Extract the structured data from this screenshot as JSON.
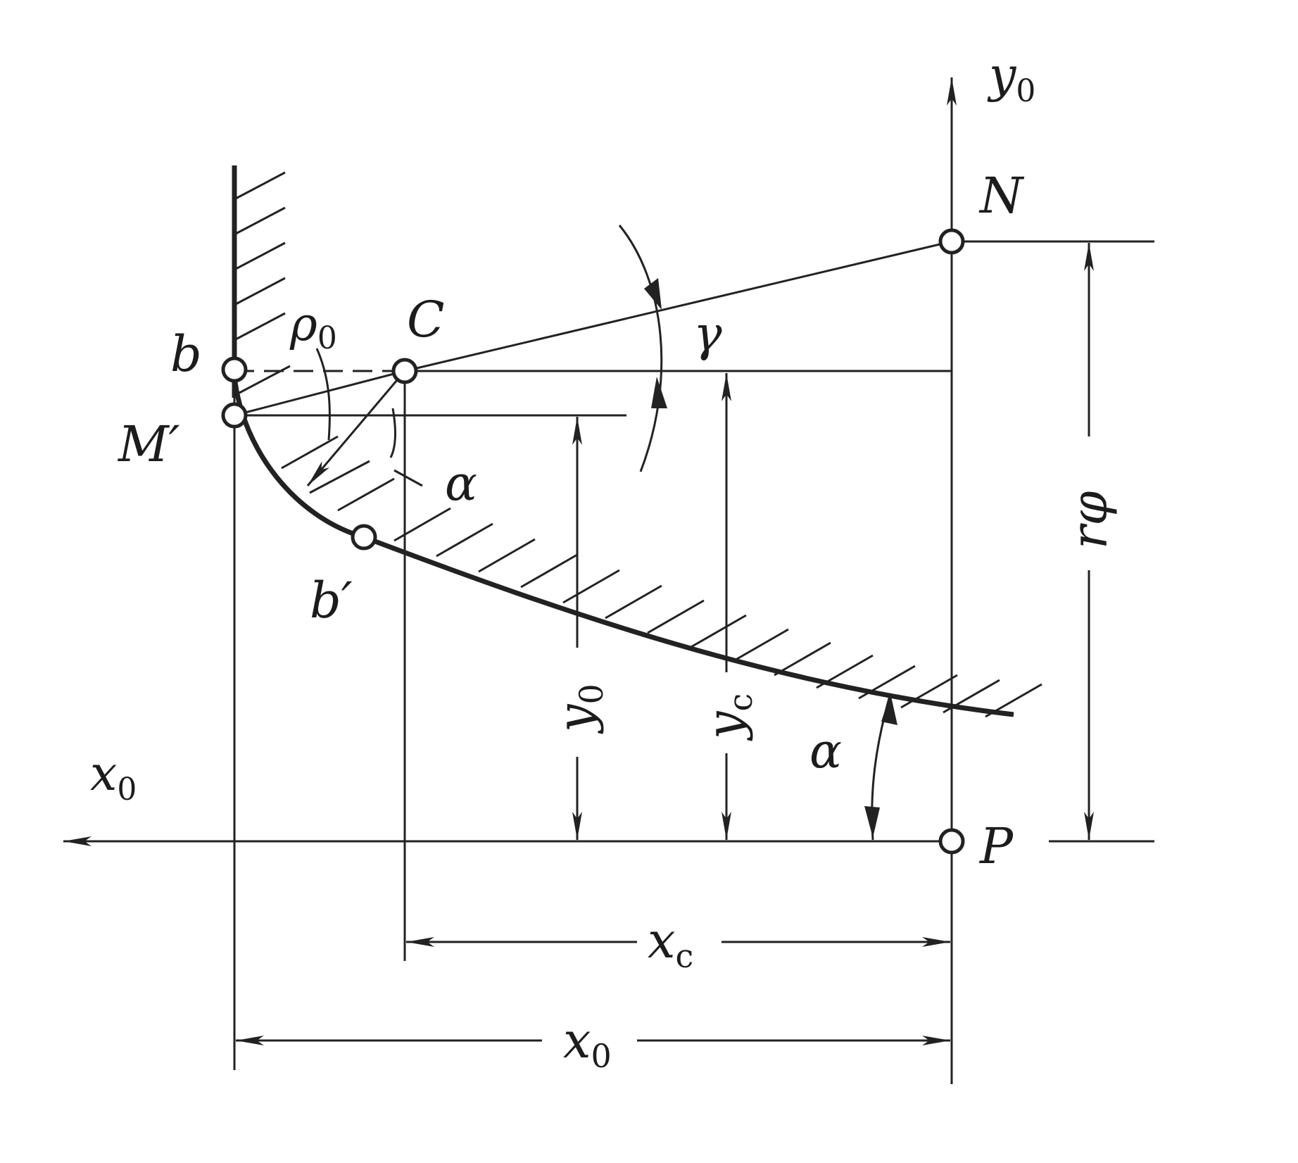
{
  "labels": {
    "y0_axis": "y",
    "y0_axis_sub": "0",
    "x0_axis": "x",
    "x0_axis_sub": "0",
    "N": "N",
    "P": "P",
    "C": "C",
    "b": "b",
    "b_prime": "b′",
    "M_prime": "M′",
    "rho": "ρ",
    "rho_sub": "0",
    "gamma": "γ",
    "alpha_top": "α",
    "alpha_bottom": "α",
    "r_phi": "rφ",
    "y0_dim": "y",
    "y0_dim_sub": "0",
    "yc_dim": "y",
    "yc_dim_sub": "c",
    "xc_dim": "x",
    "xc_dim_sub": "c",
    "x0_dim": "x",
    "x0_dim_sub": "0"
  }
}
